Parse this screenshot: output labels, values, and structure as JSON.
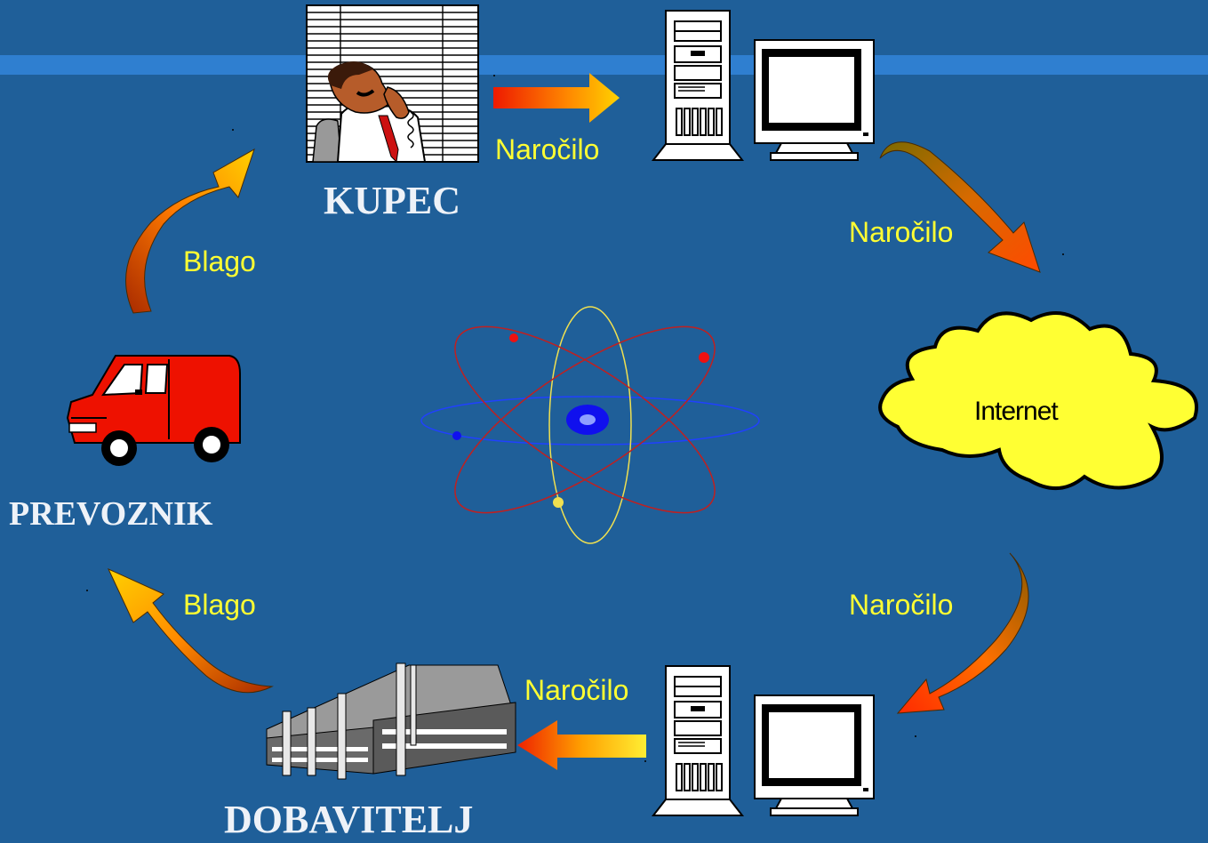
{
  "colors": {
    "background": "#1f5f99",
    "band": "#2f7fd0",
    "label": "#ffff33",
    "title": "#eef2f8",
    "cloud": "#ffff33",
    "van": "#ee1100"
  },
  "nodes": {
    "buyer": "KUPEC",
    "carrier": "PREVOZNIK",
    "supplier": "DOBAVITELJ",
    "internet": "Internet"
  },
  "flows": {
    "buyer_to_pc": "Naročilo",
    "pc_to_internet": "Naročilo",
    "internet_to_pc": "Naročilo",
    "pc_to_supplier": "Naročilo",
    "supplier_to_carrier": "Blago",
    "carrier_to_buyer": "Blago"
  },
  "icons": {
    "buyer": "businessman-phone-icon",
    "pc_top": "desktop-computer-icon",
    "pc_bottom": "desktop-computer-icon",
    "internet": "cloud-icon",
    "carrier": "delivery-van-icon",
    "supplier": "factory-building-icon",
    "center": "atom-icon"
  }
}
